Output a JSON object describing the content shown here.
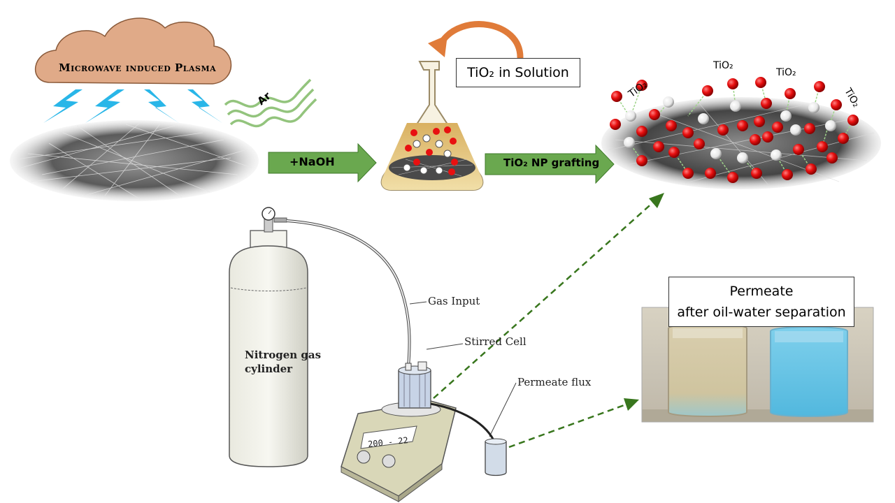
{
  "process": {
    "plasma_label": "Microwave induced Plasma",
    "gas_label": "Ar",
    "step1_label": "+NaOH",
    "flask_label": "TiO₂ in Solution",
    "step2_label": "TiO₂ NP grafting",
    "tio2_labels": [
      "TiO₂",
      "TiO₂",
      "TiO₂",
      "TiO₂"
    ]
  },
  "setup": {
    "cylinder_label": "Nitrogen gas cylinder",
    "gas_input_label": "Gas Input",
    "stirred_cell_label": "Stirred Cell",
    "permeate_flux_label": "Permeate flux",
    "display_value": "200 - 22"
  },
  "result": {
    "permeate_title": "Permeate",
    "permeate_subtitle": "after oil-water separation"
  },
  "colors": {
    "cloud": "#e0aa88",
    "lightning": "#29b6e8",
    "arrow_green": "#6aa84f",
    "gas_wave": "#93c47d",
    "flask_orange_arrow": "#e07b39",
    "particle_red": "#e81010",
    "dashed_green": "#38761d"
  }
}
